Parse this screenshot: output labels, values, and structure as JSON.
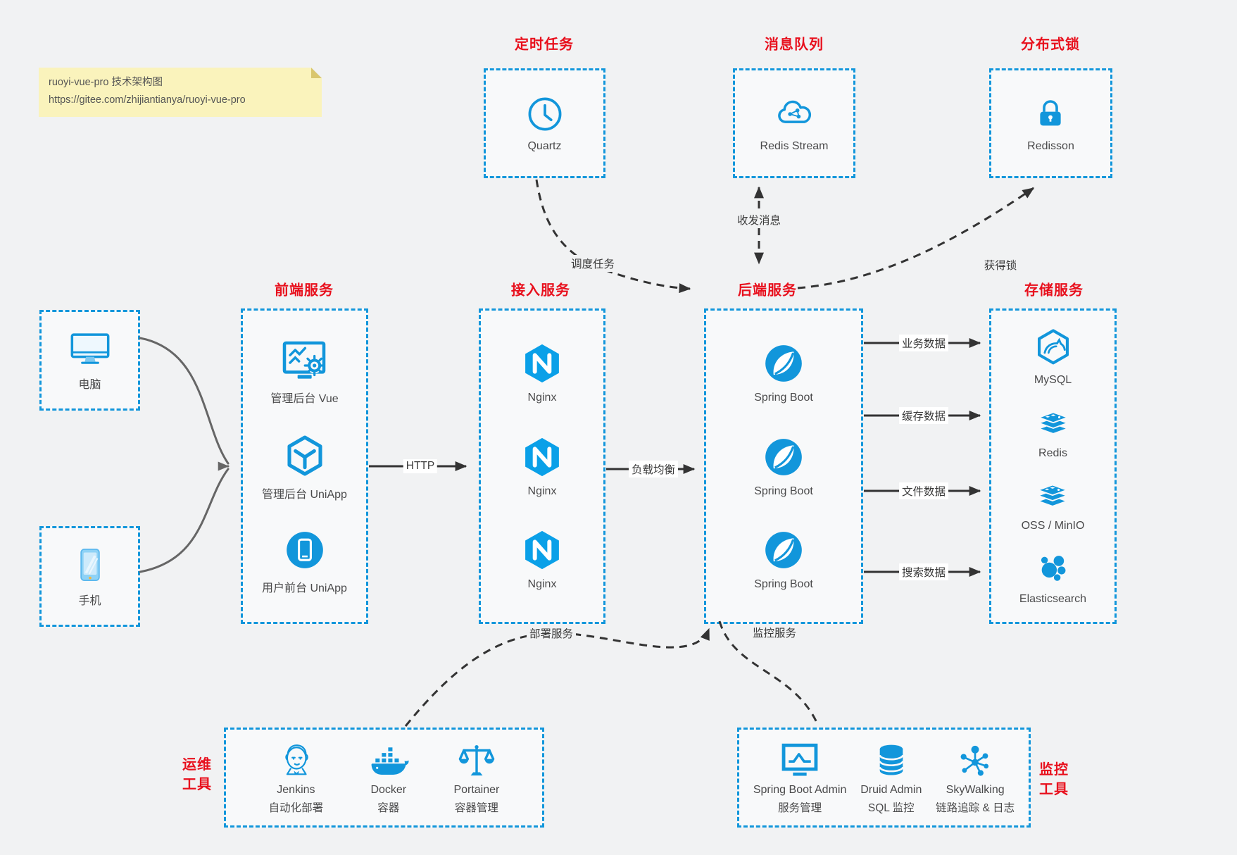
{
  "colors": {
    "accent_blue": "#1296db",
    "box_border_blue": "#1296db",
    "title_red": "#e8101d",
    "arrow_dark": "#333333",
    "client_arrow_gray": "#666666",
    "note_bg": "#faf3bc",
    "page_bg": "#f1f2f3"
  },
  "note": {
    "line1": "ruoyi-vue-pro 技术架构图",
    "line2": "https://gitee.com/zhijiantianya/ruoyi-vue-pro"
  },
  "top": {
    "scheduler": {
      "title": "定时任务",
      "item": {
        "label": "Quartz",
        "icon": "clock-icon"
      }
    },
    "mq": {
      "title": "消息队列",
      "item": {
        "label": "Redis Stream",
        "icon": "cloud-network-icon"
      }
    },
    "lock": {
      "title": "分布式锁",
      "item": {
        "label": "Redisson",
        "icon": "padlock-icon"
      }
    }
  },
  "clients": {
    "computer": {
      "label": "电脑",
      "icon": "desktop-icon"
    },
    "phone": {
      "label": "手机",
      "icon": "smartphone-icon"
    }
  },
  "columns": {
    "frontend": {
      "title": "前端服务",
      "items": [
        {
          "label": "管理后台 Vue",
          "icon": "admin-vue-icon"
        },
        {
          "label": "管理后台 UniApp",
          "icon": "uniapp-hexagon-icon"
        },
        {
          "label": "用户前台 UniApp",
          "icon": "user-app-icon"
        }
      ]
    },
    "gateway": {
      "title": "接入服务",
      "items": [
        {
          "label": "Nginx",
          "icon": "nginx-icon"
        },
        {
          "label": "Nginx",
          "icon": "nginx-icon"
        },
        {
          "label": "Nginx",
          "icon": "nginx-icon"
        }
      ]
    },
    "backend": {
      "title": "后端服务",
      "items": [
        {
          "label": "Spring Boot",
          "icon": "spring-leaf-icon"
        },
        {
          "label": "Spring Boot",
          "icon": "spring-leaf-icon"
        },
        {
          "label": "Spring Boot",
          "icon": "spring-leaf-icon"
        }
      ]
    },
    "storage": {
      "title": "存储服务",
      "items": [
        {
          "label": "MySQL",
          "icon": "mysql-dolphin-icon"
        },
        {
          "label": "Redis",
          "icon": "redis-stack-icon"
        },
        {
          "label": "OSS / MinIO",
          "icon": "oss-stack-icon"
        },
        {
          "label": "Elasticsearch",
          "icon": "elasticsearch-cluster-icon"
        }
      ]
    }
  },
  "bottom": {
    "ops": {
      "title_line1": "运维",
      "title_line2": "工具",
      "items": [
        {
          "name": "Jenkins",
          "desc": "自动化部署",
          "icon": "jenkins-butler-icon"
        },
        {
          "name": "Docker",
          "desc": "容器",
          "icon": "docker-whale-icon"
        },
        {
          "name": "Portainer",
          "desc": "容器管理",
          "icon": "portainer-scales-icon"
        }
      ]
    },
    "monitor": {
      "title_line1": "监控",
      "title_line2": "工具",
      "items": [
        {
          "name": "Spring Boot Admin",
          "desc": "服务管理",
          "icon": "spring-boot-admin-icon"
        },
        {
          "name": "Druid Admin",
          "desc": "SQL 监控",
          "icon": "druid-database-icon"
        },
        {
          "name": "SkyWalking",
          "desc": "链路追踪 & 日志",
          "icon": "skywalking-topology-icon"
        }
      ]
    }
  },
  "edges": {
    "http": "HTTP",
    "load_balance": "负载均衡",
    "schedule_task": "调度任务",
    "send_receive_message": "收发消息",
    "acquire_lock": "获得锁",
    "business_data": "业务数据",
    "cache_data": "缓存数据",
    "file_data": "文件数据",
    "search_data": "搜索数据",
    "deploy_service": "部署服务",
    "monitor_service": "监控服务"
  }
}
